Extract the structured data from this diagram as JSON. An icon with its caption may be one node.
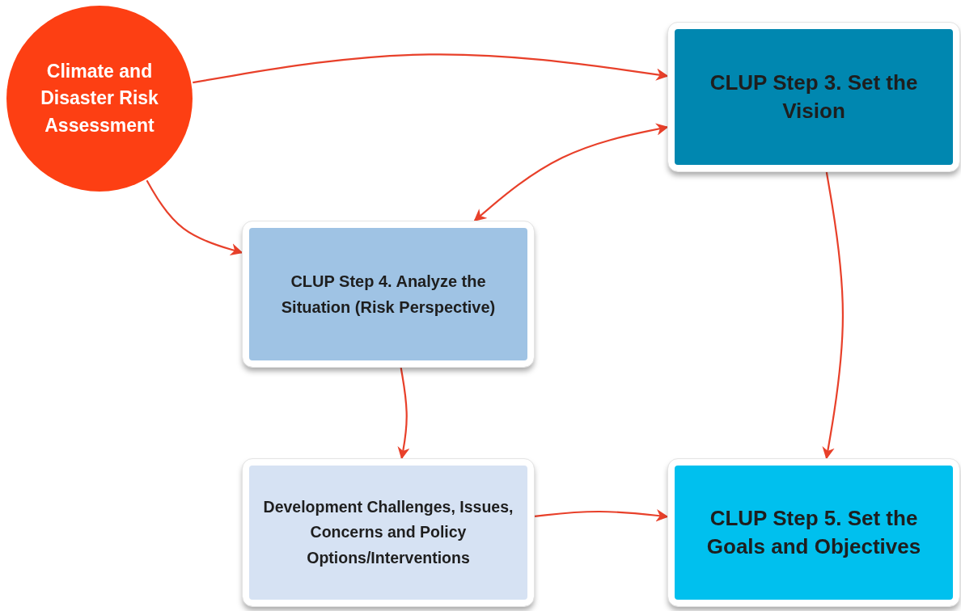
{
  "diagram": {
    "nodes": [
      {
        "text": [
          "Climate and Disaster Risk Assessment"
        ]
      },
      {
        "text": [
          "CLUP Step 3. Set the Vision"
        ]
      },
      {
        "text": [
          "CLUP Step 4. Analyze the Situation (Risk Perspective)"
        ]
      },
      {
        "text": [
          "Development Challenges, Issues, Concerns and Policy Options/Interventions"
        ]
      },
      {
        "text": [
          "CLUP Step 5. Set the Goals and Objectives"
        ]
      }
    ],
    "edges": [
      {
        "from": 0,
        "to": 1,
        "arrow": "to"
      },
      {
        "from": 1,
        "to": 2,
        "arrow": "both"
      },
      {
        "from": 0,
        "to": 2,
        "arrow": "to"
      },
      {
        "from": 1,
        "to": 4,
        "arrow": "to"
      },
      {
        "from": 2,
        "to": 3,
        "arrow": "to"
      },
      {
        "from": 3,
        "to": 4,
        "arrow": "to"
      }
    ]
  }
}
